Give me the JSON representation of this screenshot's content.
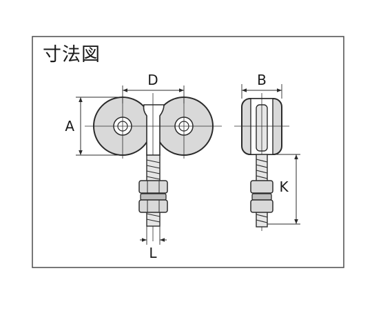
{
  "title": "寸法図",
  "dimensions": {
    "A": "A",
    "B": "B",
    "D": "D",
    "K": "K",
    "L": "L"
  },
  "colors": {
    "frame": "#4a4a4a",
    "line": "#2a2a2a",
    "fill_light": "#d9d9d9",
    "fill_mid": "#bdbdbd"
  }
}
